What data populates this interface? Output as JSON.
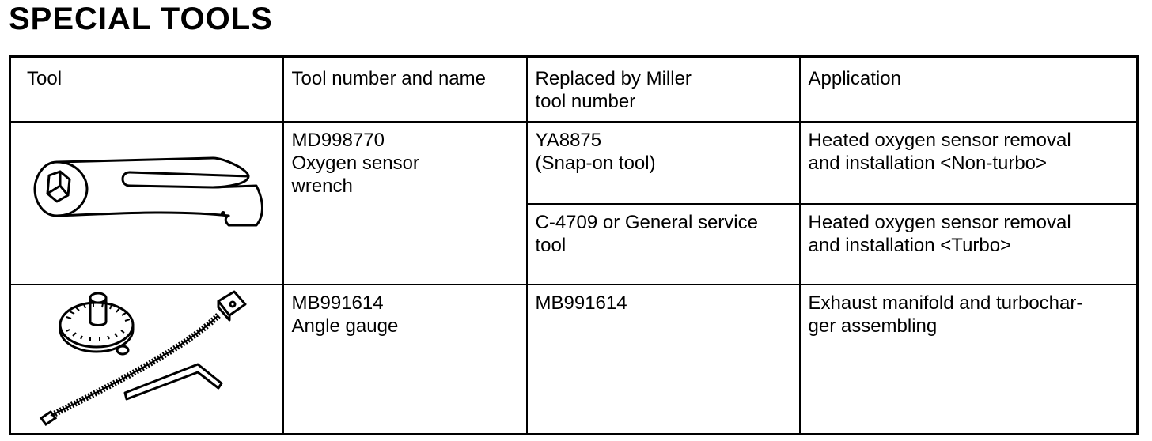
{
  "title": "SPECIAL TOOLS",
  "table": {
    "headers": {
      "tool": "Tool",
      "number_name": "Tool number and name",
      "miller_line1": "Replaced by Miller",
      "miller_line2": "tool number",
      "application": "Application"
    },
    "rows": [
      {
        "tool_icon": "oxygen-sensor-wrench-illustration",
        "number": "MD998770",
        "name_line1": "Oxygen sensor",
        "name_line2": "wrench",
        "replacements": [
          {
            "miller_line1": "YA8875",
            "miller_line2": "(Snap-on tool)",
            "app_line1": "Heated oxygen sensor removal",
            "app_line2": "and installation <Non-turbo>"
          },
          {
            "miller_line1": "C-4709 or General service",
            "miller_line2": "tool",
            "app_line1": "Heated oxygen sensor removal",
            "app_line2": "and installation <Turbo>"
          }
        ]
      },
      {
        "tool_icon": "angle-gauge-illustration",
        "number": "MB991614",
        "name_line1": "Angle gauge",
        "miller_line1": "MB991614",
        "app_line1": "Exhaust manifold and turbochar-",
        "app_line2": "ger assembling"
      }
    ]
  }
}
